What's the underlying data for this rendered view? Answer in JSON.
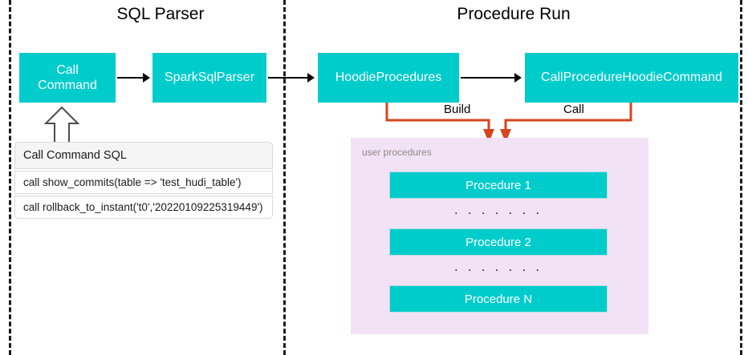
{
  "sections": [
    {
      "id": "sql-parser",
      "title": "SQL Parser"
    },
    {
      "id": "procedure-run",
      "title": "Procedure Run"
    }
  ],
  "nodes": {
    "call_command": "Call\nCommand",
    "spark_sql_parser": "SparkSqlParser",
    "hoodie_procedures": "HoodieProcedures",
    "call_procedure_hoodie_command": "CallProcedureHoodieCommand"
  },
  "sql_table": {
    "header": "Call Command SQL",
    "rows": [
      "call show_commits(table => 'test_hudi_table')",
      "call rollback_to_instant('t0','20220109225319449')"
    ]
  },
  "connectors": {
    "build_label": "Build",
    "call_label": "Call"
  },
  "user_procedures": {
    "panel_label": "user procedures",
    "items": [
      "Procedure 1",
      "Procedure 2",
      "Procedure N"
    ],
    "separator": ". . . . . . ."
  },
  "colors": {
    "teal": "#00CCCC",
    "panel_purple": "#F2E2F5",
    "connector_orange": "#D6451E",
    "divider_black": "#1a1a1a",
    "table_header_gray": "#f5f5f5"
  }
}
